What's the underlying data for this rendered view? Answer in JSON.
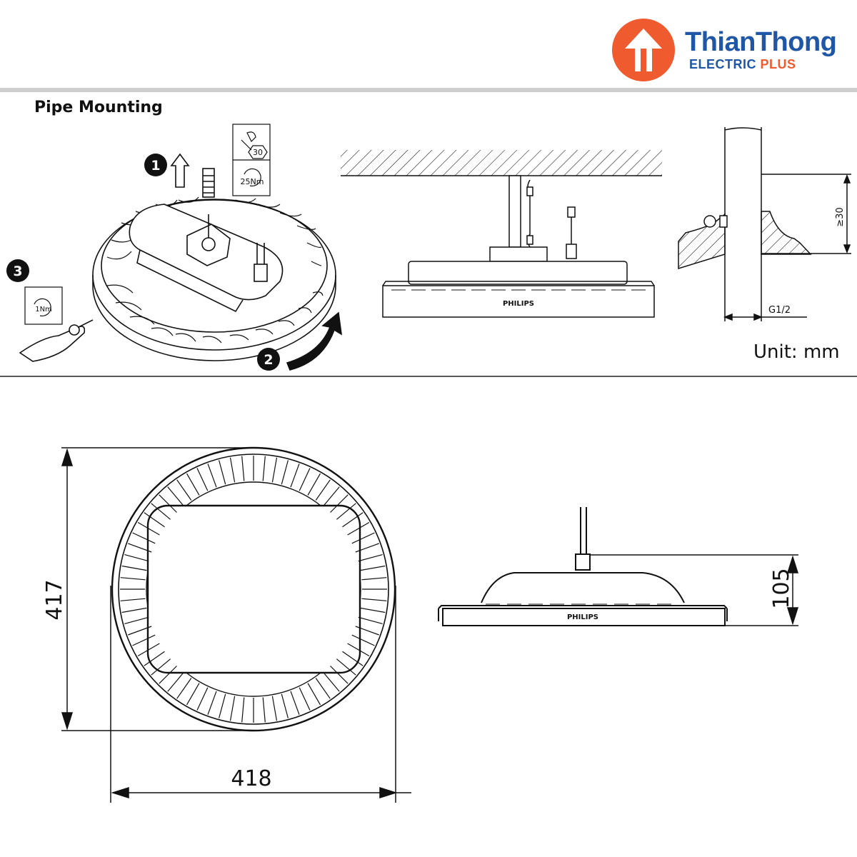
{
  "brand": {
    "name": "ThianThong",
    "sub_part1": "ELECTRIC",
    "sub_part2": "PLUS",
    "colors": {
      "primary": "#1f56a6",
      "accent": "#ef5a2e"
    }
  },
  "section": {
    "title": "Pipe Mounting"
  },
  "steps": {
    "s1": "1",
    "s2": "2",
    "s3": "3"
  },
  "labels": {
    "torque_wrench": "30",
    "torque_25": "25Nm",
    "torque_1": "1Nm",
    "philips": "PHILIPS",
    "ge30": "≥30",
    "thread": "G1/2",
    "unit": "Unit:  mm"
  },
  "dimensions": {
    "height": "417",
    "width": "418",
    "depth": "105"
  }
}
